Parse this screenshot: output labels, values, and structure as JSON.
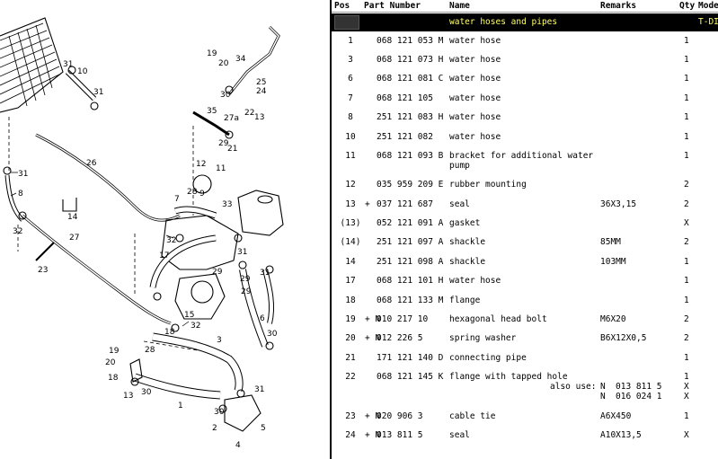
{
  "table": {
    "headers": {
      "pos": "Pos",
      "part_number": "Part Number",
      "name": "Name",
      "remarks": "Remarks",
      "qty": "Qty",
      "model": "Mode"
    },
    "group": {
      "name": "water hoses and pipes",
      "model": "T-DI"
    },
    "rows": [
      {
        "pos": "1",
        "plus": "",
        "part": "068 121 053 M",
        "name": "water hose",
        "remarks": "",
        "qty": "1"
      },
      {
        "pos": "3",
        "plus": "",
        "part": "068 121 073 H",
        "name": "water hose",
        "remarks": "",
        "qty": "1"
      },
      {
        "pos": "6",
        "plus": "",
        "part": "068 121 081 C",
        "name": "water hose",
        "remarks": "",
        "qty": "1"
      },
      {
        "pos": "7",
        "plus": "",
        "part": "068 121 105",
        "name": "water hose",
        "remarks": "",
        "qty": "1"
      },
      {
        "pos": "8",
        "plus": "",
        "part": "251 121 083 H",
        "name": "water hose",
        "remarks": "",
        "qty": "1"
      },
      {
        "pos": "10",
        "plus": "",
        "part": "251 121 082",
        "name": "water hose",
        "remarks": "",
        "qty": "1"
      },
      {
        "pos": "11",
        "plus": "",
        "part": "068 121 093 B",
        "name": "bracket for additional water pump",
        "remarks": "",
        "qty": "1"
      },
      {
        "pos": "12",
        "plus": "",
        "part": "035 959 209 E",
        "name": "rubber mounting",
        "remarks": "",
        "qty": "2"
      },
      {
        "pos": "13",
        "plus": "+",
        "part": "037 121 687",
        "name": "seal",
        "remarks": "36X3,15",
        "qty": "2"
      },
      {
        "pos": "(13)",
        "plus": "",
        "part": "052 121 091 A",
        "name": "gasket",
        "remarks": "",
        "qty": "X"
      },
      {
        "pos": "(14)",
        "plus": "",
        "part": "251 121 097 A",
        "name": "shackle",
        "remarks": "85MM",
        "qty": "2"
      },
      {
        "pos": "14",
        "plus": "",
        "part": "251 121 098 A",
        "name": "shackle",
        "remarks": "103MM",
        "qty": "1"
      },
      {
        "pos": "17",
        "plus": "",
        "part": "068 121 101 H",
        "name": "water hose",
        "remarks": "",
        "qty": "1"
      },
      {
        "pos": "18",
        "plus": "",
        "part": "068 121 133 M",
        "name": "flange",
        "remarks": "",
        "qty": "1"
      },
      {
        "pos": "19",
        "plus": "+ N",
        "part": "010 217 10",
        "name": "hexagonal head bolt",
        "remarks": "M6X20",
        "qty": "2"
      },
      {
        "pos": "20",
        "plus": "+ N",
        "part": "012 226 5",
        "name": "spring washer",
        "remarks": "B6X12X0,5",
        "qty": "2"
      },
      {
        "pos": "21",
        "plus": "",
        "part": "171 121 140 D",
        "name": "connecting pipe",
        "remarks": "",
        "qty": "1"
      },
      {
        "pos": "22",
        "plus": "",
        "part": "068 121 145 K",
        "name": "flange with tapped hole",
        "remarks": "",
        "qty": "1"
      },
      {
        "pos": "23",
        "plus": "+ N",
        "part": "020 906 3",
        "name": "cable tie",
        "remarks": "A6X450",
        "qty": "1"
      },
      {
        "pos": "24",
        "plus": "+ N",
        "part": "013 811 5",
        "name": "seal",
        "remarks": "A10X13,5",
        "qty": "X"
      }
    ],
    "also_use": {
      "label": "also use:",
      "items": [
        {
          "prefix": "N",
          "part": "013 811 5",
          "qty": "X"
        },
        {
          "prefix": "N",
          "part": "016 024 1",
          "qty": "X"
        }
      ]
    }
  },
  "diagram": {
    "labels": [
      "31",
      "10",
      "31",
      "19",
      "20",
      "34",
      "30",
      "25",
      "24",
      "35",
      "27a",
      "22",
      "13",
      "29",
      "21",
      "26",
      "12",
      "11",
      "31",
      "8",
      "7",
      "28",
      "9",
      "33",
      "14",
      "32",
      "23",
      "27",
      "17",
      "29",
      "31",
      "29",
      "6",
      "15",
      "18",
      "30",
      "3",
      "28",
      "19",
      "20",
      "18",
      "13",
      "30",
      "1",
      "31",
      "30",
      "2",
      "4",
      "5",
      "16",
      "15"
    ]
  }
}
